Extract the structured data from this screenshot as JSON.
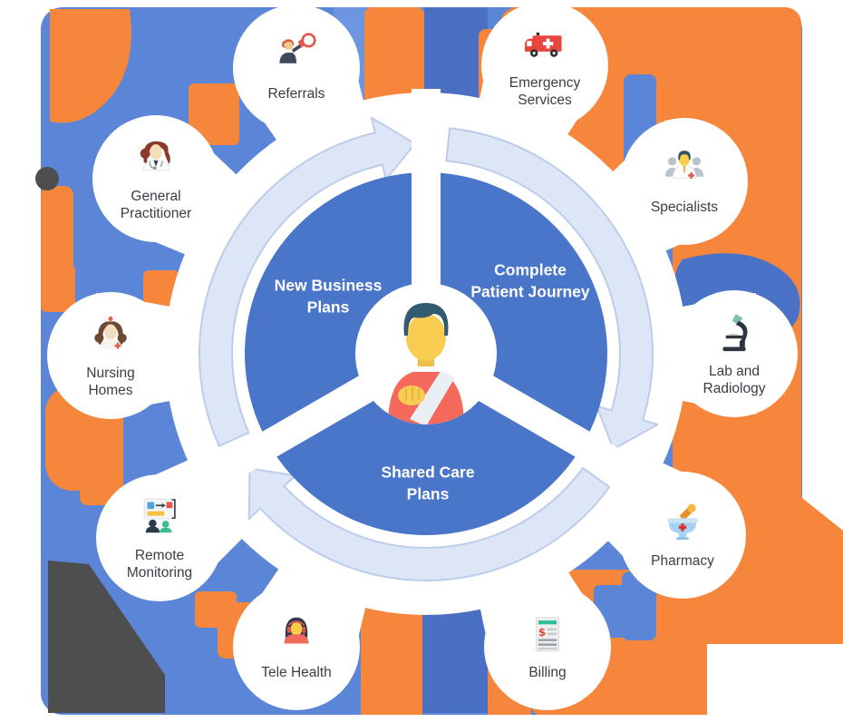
{
  "diagram": {
    "center_icon": "patient-icon",
    "cycle_segments": [
      {
        "label": "New Business\nPlans"
      },
      {
        "label": "Complete\nPatient Journey"
      },
      {
        "label": "Shared Care\nPlans"
      }
    ],
    "nodes": [
      {
        "id": "referrals",
        "label": "Referrals",
        "icon": "megaphone-person-icon"
      },
      {
        "id": "emergency-services",
        "label": "Emergency\nServices",
        "icon": "ambulance-icon"
      },
      {
        "id": "specialists",
        "label": "Specialists",
        "icon": "doctor-group-icon"
      },
      {
        "id": "lab-and-radiology",
        "label": "Lab and\nRadiology",
        "icon": "microscope-icon"
      },
      {
        "id": "pharmacy",
        "label": "Pharmacy",
        "icon": "mortar-pestle-icon"
      },
      {
        "id": "billing",
        "label": "Billing",
        "icon": "invoice-icon"
      },
      {
        "id": "tele-health",
        "label": "Tele Health",
        "icon": "support-agent-icon"
      },
      {
        "id": "remote-monitoring",
        "label": "Remote\nMonitoring",
        "icon": "monitoring-dashboard-icon"
      },
      {
        "id": "nursing-homes",
        "label": "Nursing\nHomes",
        "icon": "nurse-icon"
      },
      {
        "id": "general-practitioner",
        "label": "General\nPractitioner",
        "icon": "female-doctor-icon"
      }
    ],
    "colors": {
      "background_blue": "#5b86d8",
      "background_blue_dark": "#4a70c4",
      "background_blue_light": "#6d95e0",
      "background_orange": "#f5863b",
      "inner_circle_blue": "#4a76c9",
      "arrow_fill": "#dde6f6",
      "arrow_stroke": "#bccdeb",
      "node_label_color": "#3b3d45",
      "segment_label_color": "#ffffff",
      "dark_accent": "#4e4e4e"
    }
  }
}
